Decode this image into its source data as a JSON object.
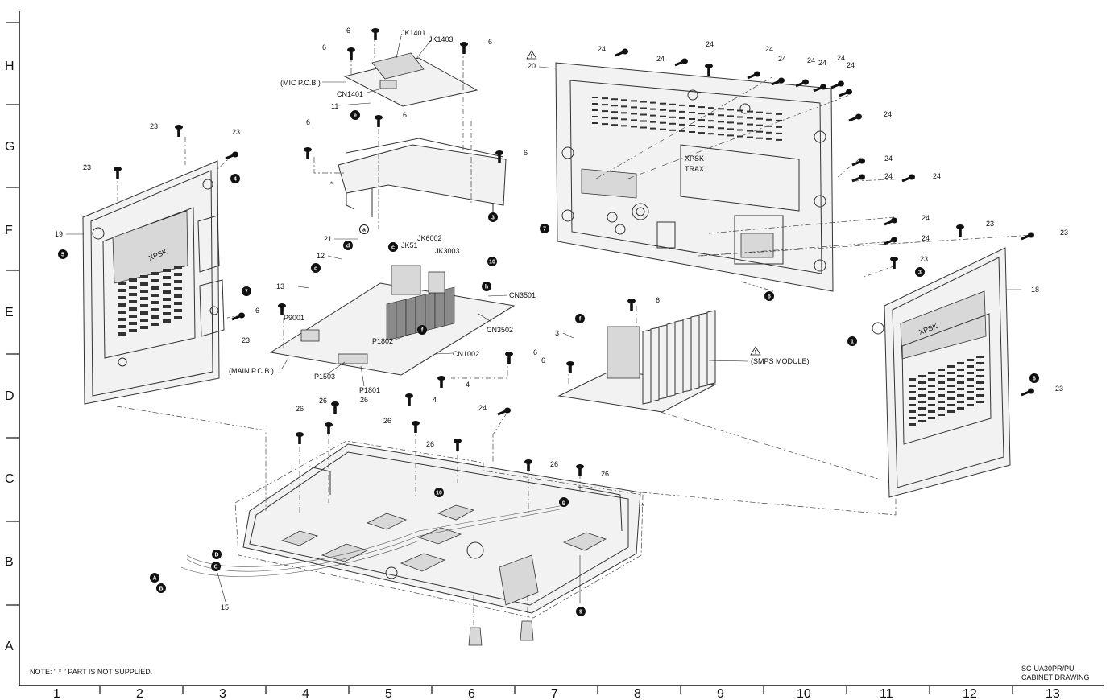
{
  "grid": {
    "rows": [
      "H",
      "G",
      "F",
      "E",
      "D",
      "C",
      "B",
      "A"
    ],
    "columns": [
      "1",
      "2",
      "3",
      "4",
      "5",
      "6",
      "7",
      "8",
      "9",
      "10",
      "11",
      "12",
      "13"
    ]
  },
  "note": "NOTE: \" * \" PART IS NOT SUPPLIED.",
  "model": "SC-UA30PR/PU",
  "drawing_title": "CABINET DRAWING",
  "labels": {
    "mic_pcb": "(MIC P.C.B.)",
    "main_pcb": "(MAIN P.C.B.)",
    "smps_module": "(SMPS MODULE)",
    "jk1401": "JK1401",
    "jk1403": "JK1403",
    "cn1401": "CN1401",
    "jk51": "JK51",
    "jk6002": "JK6002",
    "jk3003": "JK3003",
    "cn3501": "CN3501",
    "cn3502": "CN3502",
    "cn1002": "CN1002",
    "p9001": "P9001",
    "p1802": "P1802",
    "p1503": "P1503",
    "p1801": "P1801",
    "star": "*",
    "brand_1": "XPSK",
    "brand_2": "TRAX",
    "part_numbers": [
      "3",
      "4",
      "6",
      "11",
      "12",
      "13",
      "15",
      "18",
      "19",
      "20",
      "21",
      "23",
      "24",
      "26"
    ],
    "markers_letters": [
      "a",
      "b",
      "c",
      "d",
      "e",
      "f",
      "g",
      "h",
      "A",
      "B",
      "C",
      "D"
    ],
    "markers_numbers": [
      "1",
      "3",
      "4",
      "5",
      "6",
      "7",
      "9",
      "10"
    ]
  }
}
